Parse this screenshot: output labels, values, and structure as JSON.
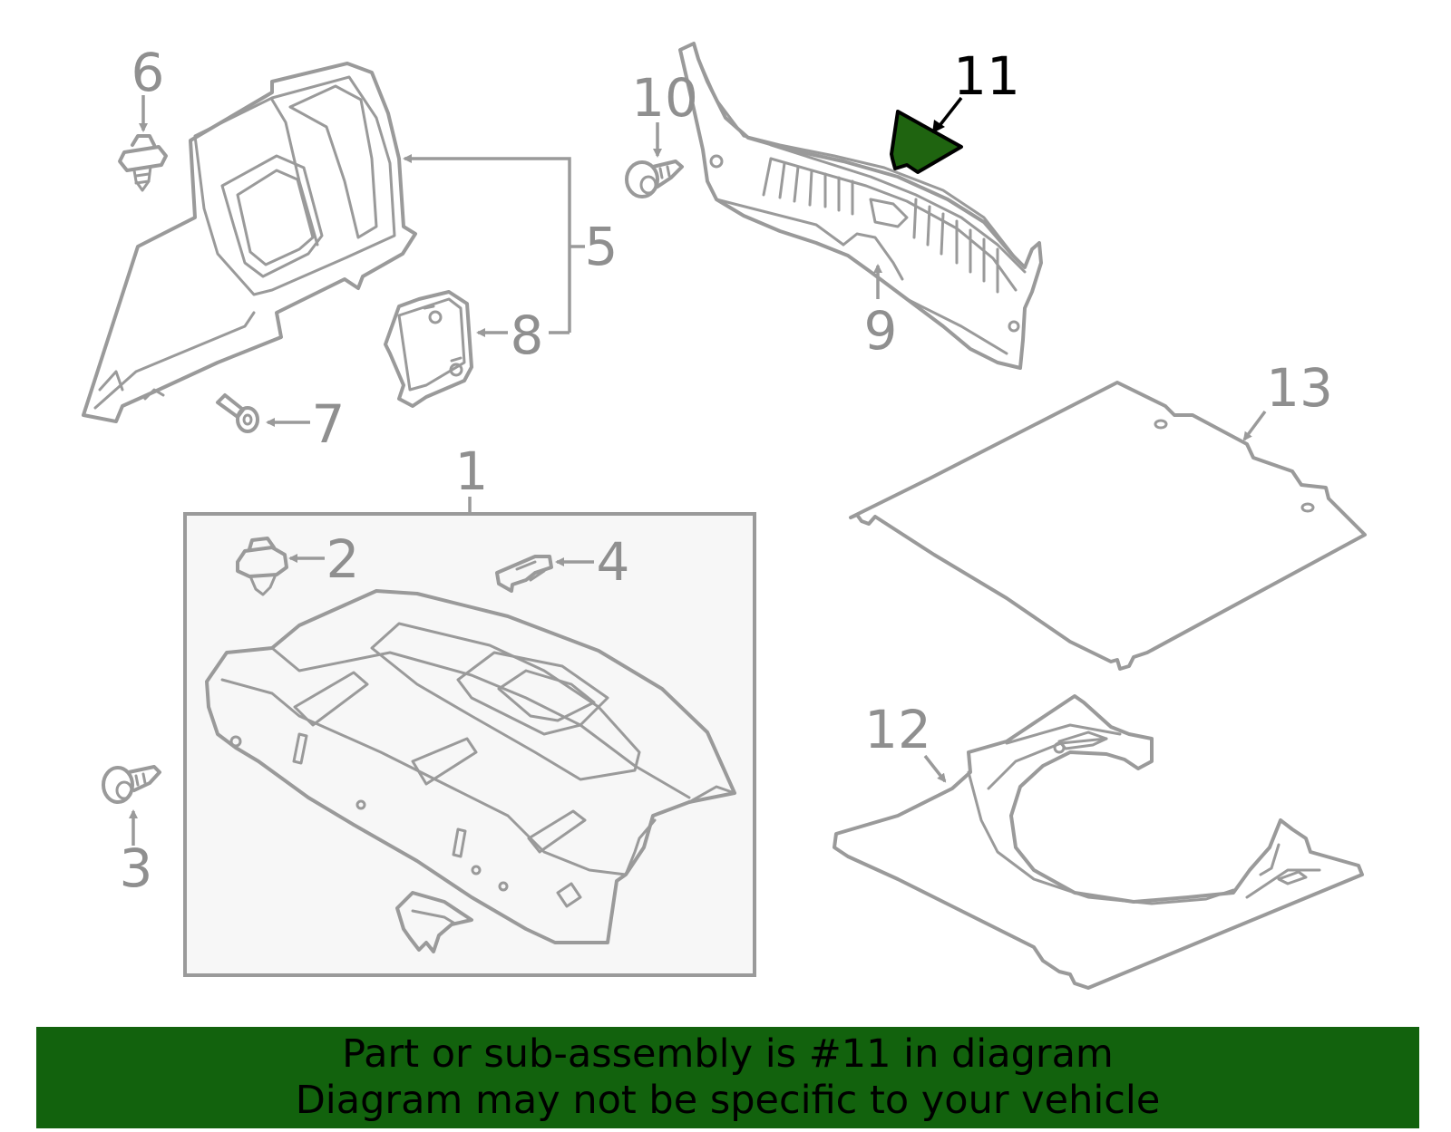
{
  "callouts": {
    "c1": "1",
    "c2": "2",
    "c3": "3",
    "c4": "4",
    "c5": "5",
    "c6": "6",
    "c7": "7",
    "c8": "8",
    "c9": "9",
    "c10": "10",
    "c11": "11",
    "c12": "12",
    "c13": "13"
  },
  "highlight": {
    "part_number": "11",
    "color": "#1f6410"
  },
  "colors": {
    "line": "#9a9a9a",
    "callout_text": "#8f8f8f",
    "banner_bg": "#12620d",
    "group_box_bg": "#f7f7f7"
  },
  "banner": {
    "line1": "Part or sub-assembly is #11 in diagram",
    "line2": "Diagram may not be specific to your vehicle"
  }
}
